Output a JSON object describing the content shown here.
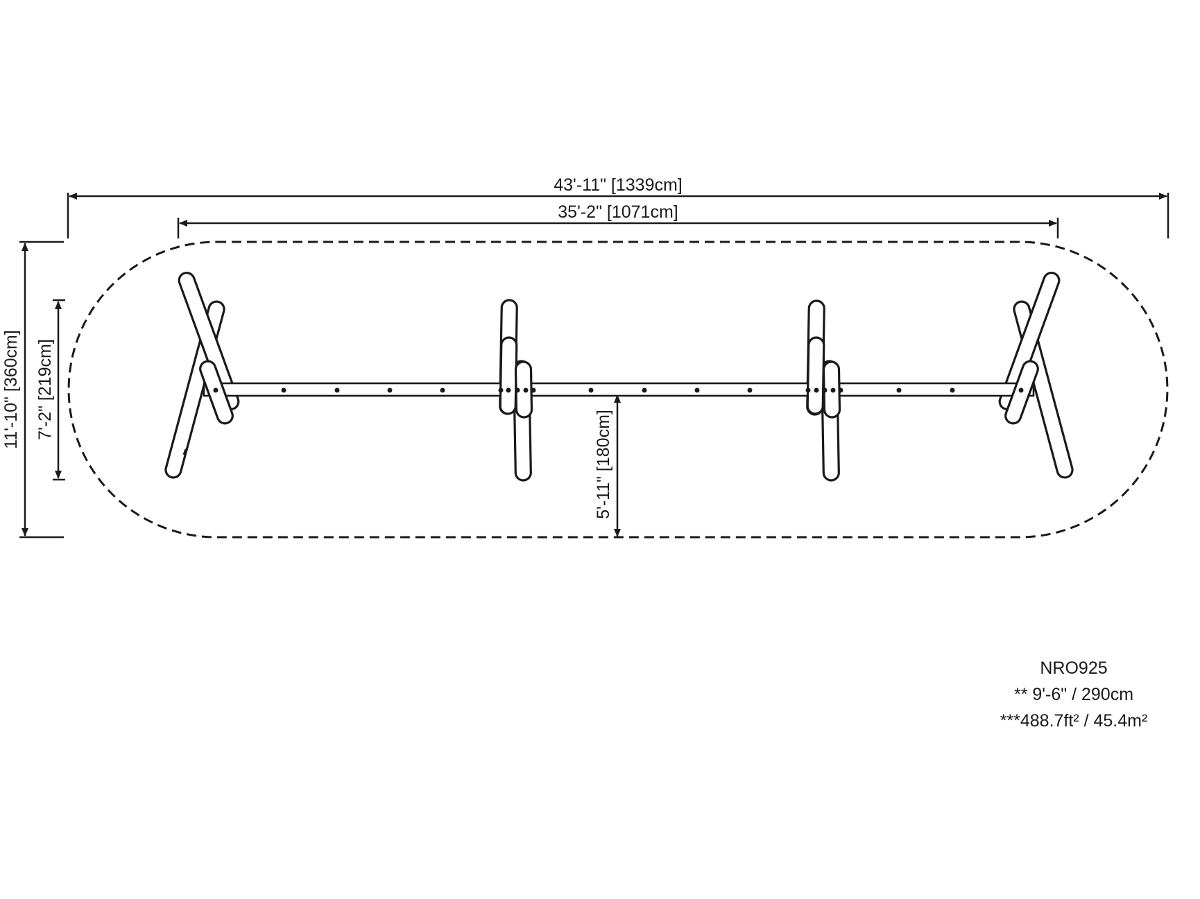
{
  "dimensions": {
    "overall_length": "43'-11\" [1339cm]",
    "frame_length": "35'-2\" [1071cm]",
    "overall_width": "11'-10\" [360cm]",
    "frame_width": "7'-2\" [219cm]",
    "beam_to_edge": "5'-11\" [180cm]"
  },
  "notes": {
    "model": "NRO925",
    "height": "** 9'-6\" / 290cm",
    "area": "***488.7ft² / 45.4m²"
  },
  "colors": {
    "line": "#1a1a1a",
    "background": "#ffffff"
  }
}
